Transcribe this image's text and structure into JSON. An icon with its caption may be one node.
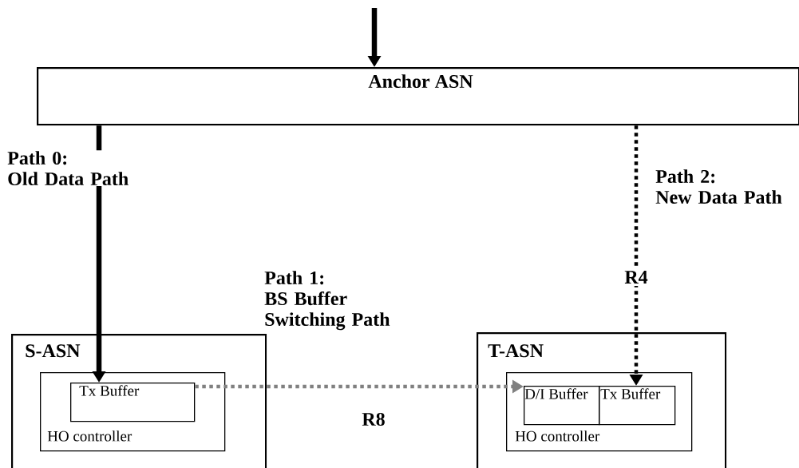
{
  "diagram": {
    "nodes": [
      {
        "text": [
          "Anchor ASN"
        ]
      },
      {
        "text": [
          "S-ASN"
        ]
      },
      {
        "text": [
          "HO controller"
        ],
        "in": 1
      },
      {
        "text": [
          "Tx Buffer"
        ],
        "in": 2
      },
      {
        "text": [
          "T-ASN"
        ]
      },
      {
        "text": [
          "HO controller"
        ],
        "in": 4
      },
      {
        "text": [
          "D/I Buffer"
        ],
        "in": 5
      },
      {
        "text": [
          "Tx Buffer"
        ],
        "in": 5
      }
    ],
    "edges": [
      {
        "from": null,
        "to": 0,
        "arrow": "to"
      },
      {
        "from": 0,
        "to": 3,
        "arrow": "to"
      },
      {
        "from": 3,
        "to": 6,
        "arrow": "to",
        "style": "dashed",
        "color": "#808080",
        "label": "R8"
      },
      {
        "from": 0,
        "to": 7,
        "arrow": "to",
        "style": "dashed",
        "label": "R4"
      }
    ],
    "labels": [
      "Path 0: Old Data Path",
      "Path 1: BS Buffer Switching Path",
      "Path 2: New Data Path"
    ]
  }
}
